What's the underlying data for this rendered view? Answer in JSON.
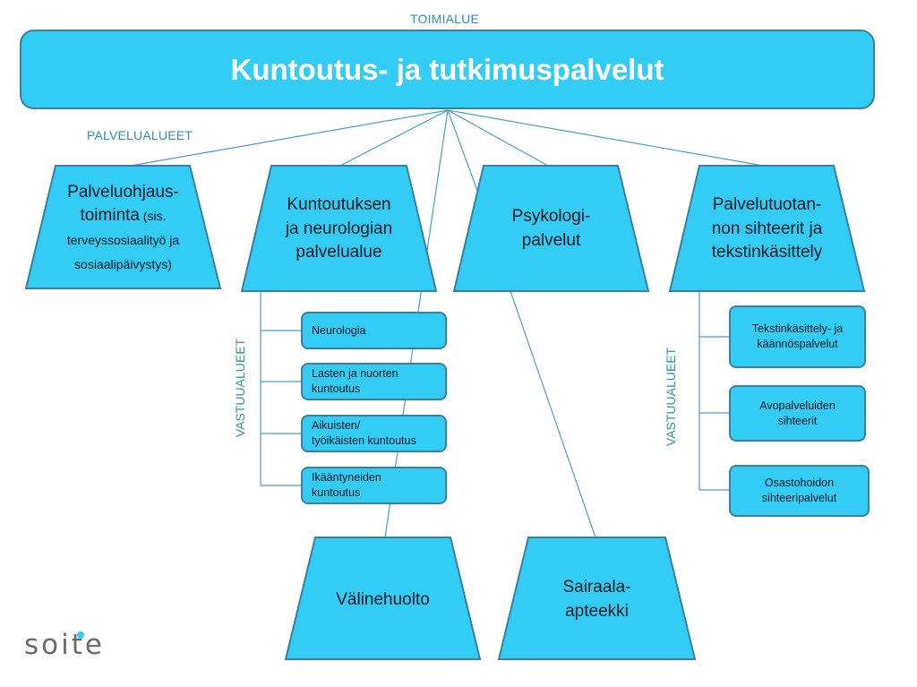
{
  "labels": {
    "top": "TOIMIALUE",
    "areas": "PALVELUALUEET",
    "resp_left": "VASTUUALUEET",
    "resp_right": "VASTUUALUEET"
  },
  "banner": {
    "title": "Kuntoutus- ja tutkimuspalvelut"
  },
  "areas": {
    "palveluohjaus": {
      "line1": "Palveluohjaus-",
      "line2": "toiminta",
      "note_open": " (sis.",
      "note_line1": "terveyssosiaalityö ja",
      "note_line2": "sosiaalipäivystys)"
    },
    "kuntoutus": {
      "line1": "Kuntoutuksen",
      "line2": "ja neurologian",
      "line3": "palvelualue"
    },
    "psykologi": {
      "line1": "Psykologi-",
      "line2": "palvelut"
    },
    "tuotanto": {
      "line1": "Palvelutuotan-",
      "line2": "non sihteerit ja",
      "line3": "tekstinkäsittely"
    },
    "valinehuolto": {
      "label": "Välinehuolto"
    },
    "apteekki": {
      "line1": "Sairaala-",
      "line2": "apteekki"
    }
  },
  "left_items": [
    {
      "line1": "Neurologia",
      "line2": ""
    },
    {
      "line1": "Lasten ja nuorten",
      "line2": "kuntoutus"
    },
    {
      "line1": "Aikuisten/",
      "line2": "työikäisten kuntoutus"
    },
    {
      "line1": "Ikääntyneiden",
      "line2": "kuntoutus"
    }
  ],
  "right_items": [
    {
      "line1": "Tekstinkäsittely- ja",
      "line2": "käännöspalvelut"
    },
    {
      "line1": "Avopalveluiden",
      "line2": "sihteerit"
    },
    {
      "line1": "Osastohoidon",
      "line2": "sihteeripalvelut"
    }
  ],
  "logo": {
    "text": "soite"
  },
  "colors": {
    "fill": "#33ccf4",
    "stroke": "#3a7fa0",
    "line": "#4a9fc4",
    "label": "#2e8fb0"
  }
}
